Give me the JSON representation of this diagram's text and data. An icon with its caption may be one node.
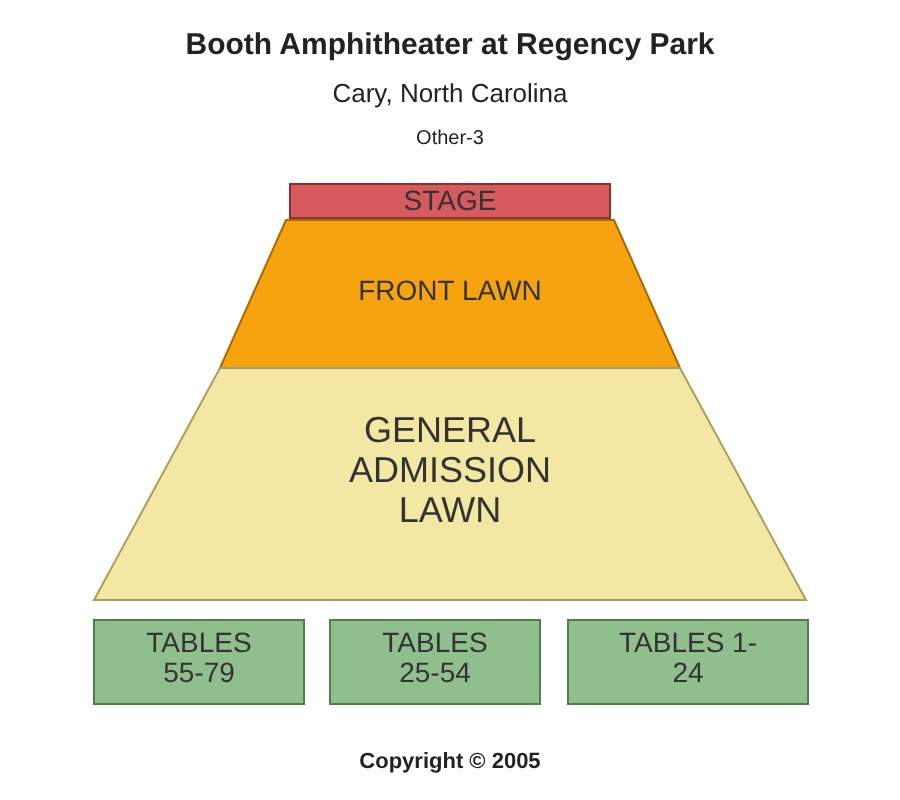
{
  "diagram": {
    "title": "Booth Amphitheater at Regency Park",
    "nodes": [
      {
        "text": [
          "STAGE"
        ]
      },
      {
        "text": [
          "FRONT LAWN"
        ]
      },
      {
        "text": [
          "GENERAL ADMISSION LAWN"
        ]
      },
      {
        "text": [
          "TABLES 55-79"
        ]
      },
      {
        "text": [
          "TABLES 25-54"
        ]
      },
      {
        "text": [
          "TABLES 1-24"
        ]
      }
    ],
    "labels": [
      "Cary, North Carolina",
      "Other-3",
      "Copyright © 2005"
    ]
  }
}
